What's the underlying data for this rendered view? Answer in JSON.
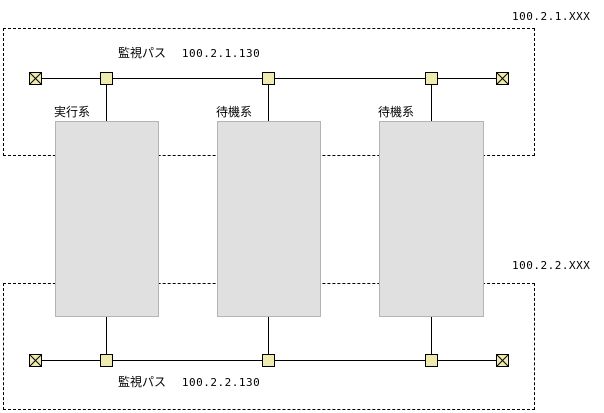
{
  "networks": [
    {
      "id": "top",
      "subnet_label": "100.2.1.XXX",
      "bus_label": "監視パス",
      "bus_address": "100.2.1.130"
    },
    {
      "id": "bottom",
      "subnet_label": "100.2.2.XXX",
      "bus_label": "監視パス",
      "bus_address": "100.2.2.130"
    }
  ],
  "servers": [
    {
      "label": "実行系"
    },
    {
      "label": "待機系"
    },
    {
      "label": "待機系"
    }
  ],
  "colors": {
    "node_fill": "#eeeab0",
    "server_fill": "#e0e0e0",
    "server_border": "#b4b4b4",
    "line": "#000000"
  }
}
